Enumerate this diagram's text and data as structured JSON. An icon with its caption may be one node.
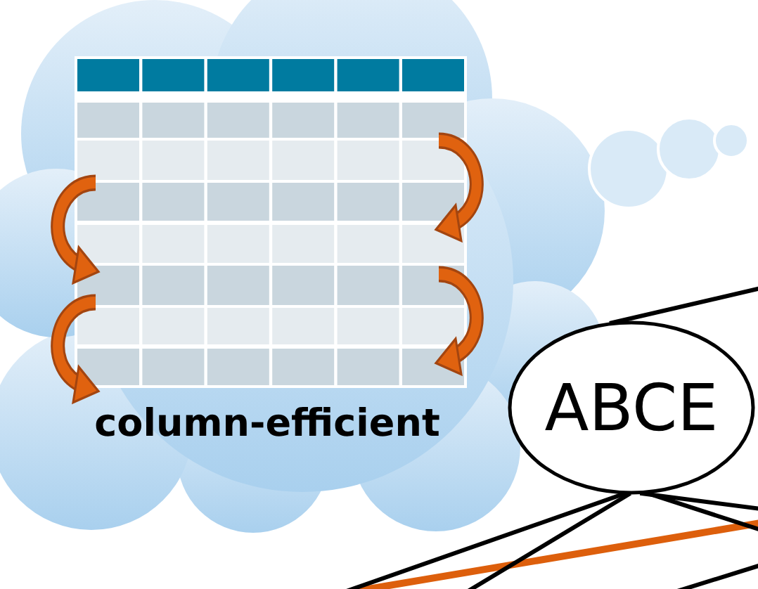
{
  "diagram": {
    "nodes": [
      {
        "text": [
          "column-efficient"
        ]
      },
      {
        "text": [
          "ABCE"
        ]
      }
    ],
    "edges": [
      {
        "from": 1,
        "to": null,
        "arrow": "none"
      },
      {
        "from": 1,
        "to": null,
        "arrow": "none"
      },
      {
        "from": 1,
        "to": null,
        "arrow": "none"
      },
      {
        "from": 1,
        "to": null,
        "arrow": "none"
      },
      {
        "from": 1,
        "to": null,
        "arrow": "none"
      }
    ]
  }
}
